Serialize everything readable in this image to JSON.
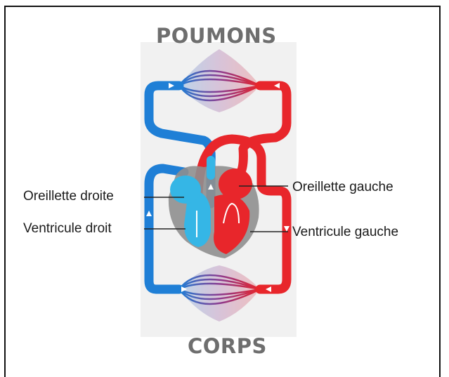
{
  "diagram": {
    "title_top": "POUMONS",
    "title_bottom": "CORPS",
    "labels": {
      "right_atrium": "Oreillette droite",
      "right_ventricle": "Ventricule droit",
      "left_atrium": "Oreillette gauche",
      "left_ventricle": "Ventricule gauche"
    },
    "colors": {
      "oxygen_poor": "#1f7fd6",
      "oxygen_rich": "#e8262b",
      "title_gray": "#6e6e6e"
    }
  }
}
